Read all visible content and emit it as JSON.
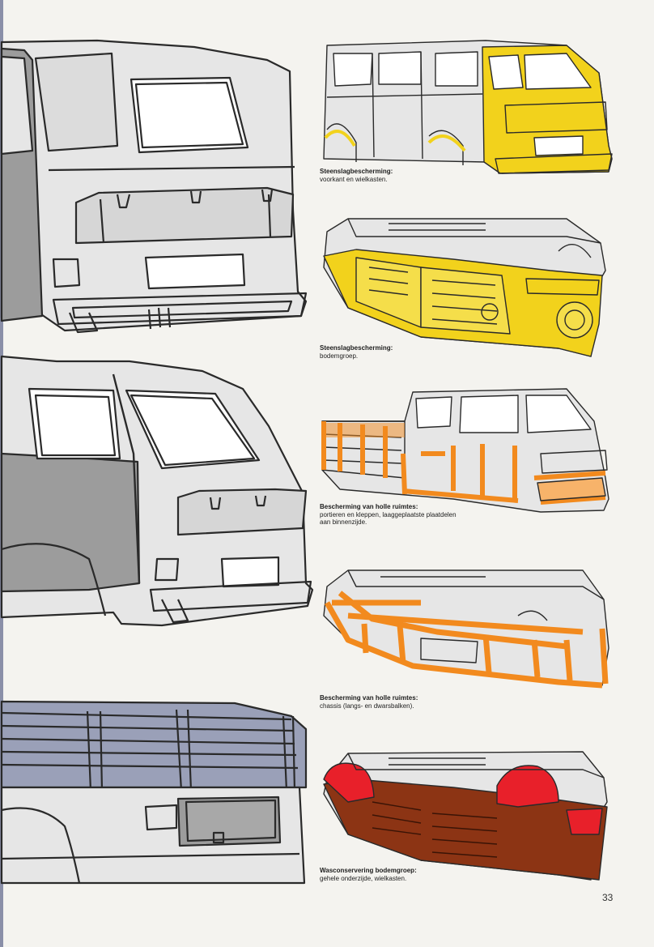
{
  "captions": [
    {
      "title": "Steenslagbescherming:",
      "text": "voorkant en wielkasten."
    },
    {
      "title": "Steenslagbescherming:",
      "text": "bodemgroep."
    },
    {
      "title": "Bescherming van holle ruimtes:",
      "text": "portieren en kleppen, laaggeplaatste plaatdelen aan binnenzijde."
    },
    {
      "title": "Bescherming van holle ruimtes:",
      "text": "chassis (langs- en dwarsbalken)."
    },
    {
      "title": "Wasconservering bodemgroep:",
      "text": "gehele onderzijde, wielkasten."
    }
  ],
  "page_number": "33",
  "colors": {
    "yellow_coating": "#f2d21c",
    "orange_coating": "#f28a1e",
    "red_coating": "#e8202a",
    "brown_coating": "#8c3414",
    "line": "#2a2a2a",
    "panel_light": "#e6e6e6",
    "panel_dark": "#9c9c9c"
  }
}
